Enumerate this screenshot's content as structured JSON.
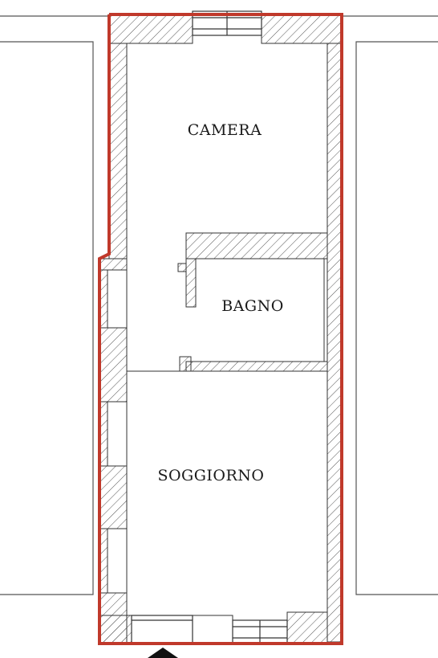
{
  "rooms": {
    "camera": "CAMERA",
    "bagno": "BAGNO",
    "soggiorno": "SOGGIORNO"
  },
  "colors": {
    "boundary": "#c0392b",
    "wall_line": "#333333",
    "neighbor_line": "#555555"
  }
}
